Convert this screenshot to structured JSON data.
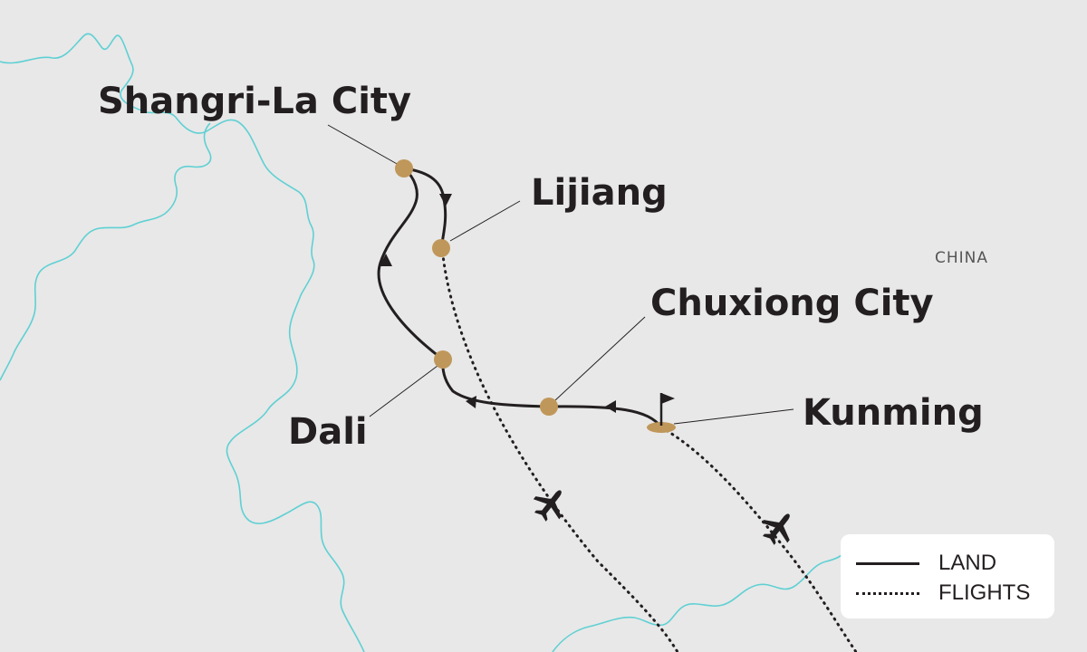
{
  "map": {
    "country_label": "CHINA",
    "cities": [
      {
        "id": "shangri-la",
        "name": "Shangri-La City"
      },
      {
        "id": "lijiang",
        "name": "Lijiang"
      },
      {
        "id": "chuxiong",
        "name": "Chuxiong City"
      },
      {
        "id": "dali",
        "name": "Dali"
      },
      {
        "id": "kunming",
        "name": "Kunming",
        "marker": "start-flag"
      }
    ],
    "routes": {
      "land": [
        "Kunming",
        "Chuxiong City",
        "Dali",
        "Shangri-La City",
        "Lijiang"
      ],
      "flights": [
        "Lijiang",
        "Kunming"
      ]
    },
    "colors": {
      "background": "#e8e8e8",
      "border": "#5fd0d3",
      "city_dot": "#c0975a",
      "route": "#231f20"
    }
  },
  "legend": {
    "land_label": "LAND",
    "flights_label": "FLIGHTS"
  }
}
